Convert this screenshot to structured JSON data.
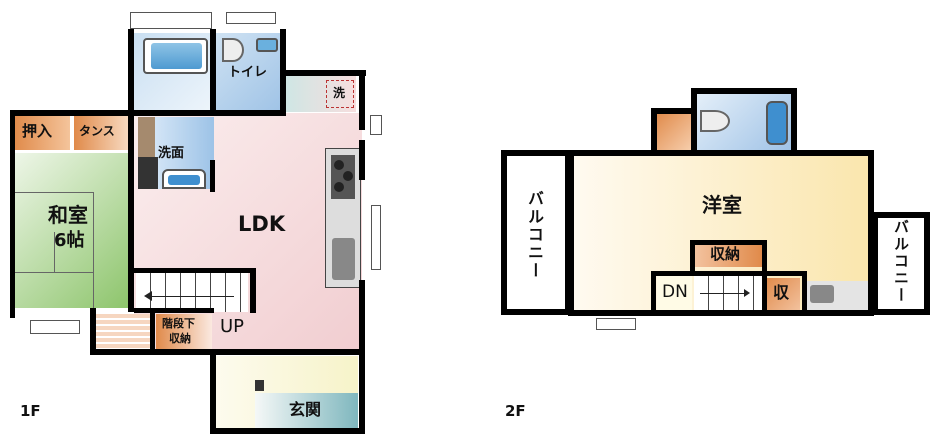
{
  "floors": [
    {
      "label": "1F",
      "rooms": {
        "washitsu": {
          "name": "和室",
          "size": "6帖"
        },
        "oshiire": "押入",
        "tansu": "タンス",
        "senmen": "洗面",
        "toilet": "トイレ",
        "ldk": "LDK",
        "washer": "洗",
        "under_stairs": [
          "階段下",
          "収納"
        ],
        "stairs_dir": "UP",
        "genkan": "玄関"
      }
    },
    {
      "label": "2F",
      "rooms": {
        "youshitsu": "洋室",
        "balcony_left": "バルコニー",
        "balcony_right": "バルコニー",
        "closet": "収納",
        "small_storage": "収",
        "stairs_dir": "DN"
      }
    }
  ],
  "colors": {
    "wall": "#000000",
    "washitsu": "#9cc97a",
    "storage_orange": "#e0955a",
    "water_blue": "#bcd6ee",
    "ldk_pink": "#f7dede",
    "genkan": "#f6f3d2",
    "youshitsu": "#fbe9b4"
  }
}
